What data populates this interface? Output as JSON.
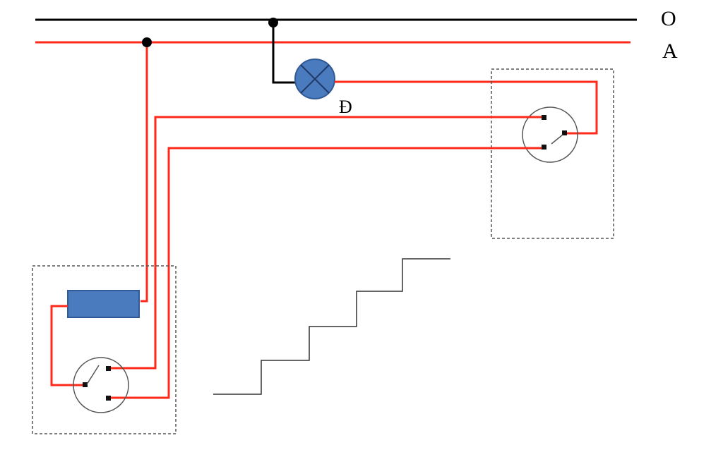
{
  "labels": {
    "neutral_line": "O",
    "phase_line": "A",
    "lamp": "Đ"
  },
  "colors": {
    "phase_wire": "#ff2a1a",
    "neutral_wire": "#000000",
    "lamp_fill": "#4a7bbf",
    "fuse_fill": "#4a7bbf",
    "box_border": "#555555",
    "switch_outline": "#555555"
  },
  "icons": {
    "lamp": "lamp-cross-circle-icon",
    "fuse": "fuse-rectangle-icon",
    "switch": "two-way-switch-icon",
    "stairs": "staircase-icon"
  }
}
